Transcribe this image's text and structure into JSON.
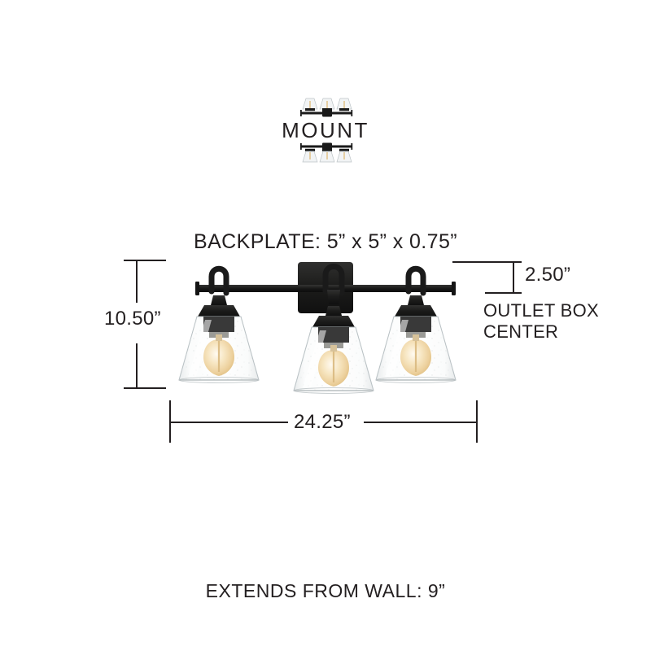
{
  "product": {
    "type": "three-light vanity fixture",
    "finish_color": "#1a1a1a",
    "glass_color": "#f4f6f6",
    "bulb_color": "#e8c98d"
  },
  "mount": {
    "label": "MOUNT",
    "up_icon": "fixture-up-icon",
    "down_icon": "fixture-down-icon"
  },
  "dimensions": {
    "backplate": "BACKPLATE: 5” x 5” x 0.75”",
    "height": "10.50”",
    "width": "24.25”",
    "outlet_box_offset": "2.50”",
    "outlet_box_caption_line1": "OUTLET BOX",
    "outlet_box_caption_line2": "CENTER",
    "extends_from_wall": "EXTENDS FROM WALL: 9”"
  },
  "colors": {
    "line": "#231f20",
    "text": "#231f20",
    "background": "#ffffff"
  }
}
